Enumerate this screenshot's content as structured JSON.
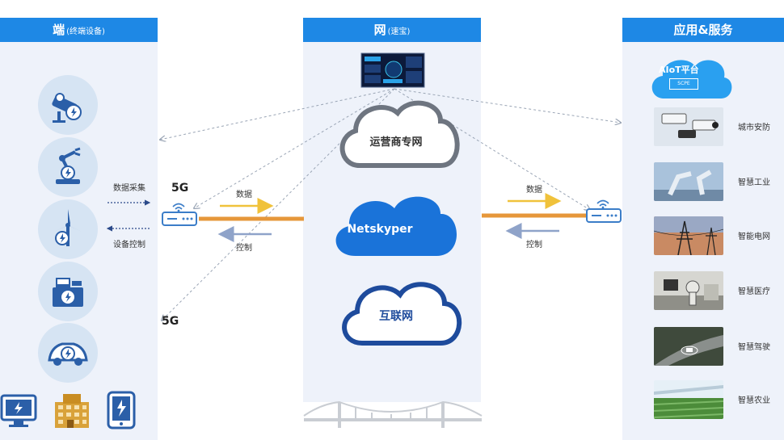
{
  "columns": {
    "terminal": {
      "title": "端",
      "subtitle": "(终端设备)"
    },
    "network": {
      "title": "网",
      "subtitle": "(速宝)"
    },
    "services": {
      "title": "应用&服务"
    }
  },
  "terminal_devices": [
    {
      "icon": "security-camera-icon"
    },
    {
      "icon": "robot-arm-icon"
    },
    {
      "icon": "wind-turbine-icon"
    },
    {
      "icon": "cash-register-icon"
    },
    {
      "icon": "car-icon"
    }
  ],
  "bottom_devices": [
    {
      "icon": "monitor-icon"
    },
    {
      "icon": "building-icon"
    },
    {
      "icon": "tablet-icon"
    }
  ],
  "terminal_flow": {
    "collect": "数据采集",
    "control": "设备控制"
  },
  "left_link": {
    "tech": "5G",
    "data": "数据",
    "control": "控制"
  },
  "right_link": {
    "data": "数据",
    "control": "控制"
  },
  "clouds": {
    "carrier": "运营商专网",
    "netskyper": "Netskyper",
    "internet": "互联网"
  },
  "aiot": {
    "title": "AIoT平台",
    "badge": "SCPE"
  },
  "services": [
    {
      "label": "城市安防",
      "scene": "cctv"
    },
    {
      "label": "智慧工业",
      "scene": "industry"
    },
    {
      "label": "智能电网",
      "scene": "grid"
    },
    {
      "label": "智慧医疗",
      "scene": "medical"
    },
    {
      "label": "智慧驾驶",
      "scene": "driving"
    },
    {
      "label": "智慧农业",
      "scene": "farm"
    }
  ],
  "colors": {
    "header_blue": "#1e88e5",
    "panel_bg": "#eef2fa",
    "icon_blue": "#2b5fa8",
    "link_orange": "#e6973a",
    "arrow_yellow": "#f0c23b",
    "arrow_grey_blue": "#8fa3c9",
    "cloud_blue": "#1a73d9"
  }
}
